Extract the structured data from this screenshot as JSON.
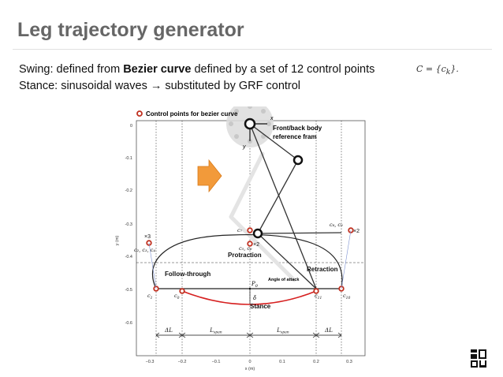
{
  "slide": {
    "title": "Leg trajectory generator",
    "line1_pre": "Swing: defined from ",
    "line1_bold": "Bezier curve",
    "line1_post": " defined by a set of 12 control points",
    "math": "C = {c",
    "math_sub": "k",
    "math_end": "}.",
    "line2": "Stance: sinusoidal waves → substituted by GRF control"
  },
  "figure": {
    "legend": "Control points for bezier curve",
    "hip_x_label": "x",
    "hip_y_label": "y",
    "annotation_frame_1": "Front/back body",
    "annotation_frame_2": "reference fram",
    "ylabel": "y (m)",
    "xlabel": "x (m)",
    "xticks": [
      "−0.3",
      "−0.2",
      "−0.1",
      "0",
      "0.1",
      "0.2",
      "0.3"
    ],
    "yticks": [
      "0",
      "-0.1",
      "-0.2",
      "-0.3",
      "-0.4",
      "-0.5",
      "-0.6"
    ],
    "labels": {
      "protraction": "Protraction",
      "follow_through": "Follow-through",
      "retraction": "Retraction",
      "angle_of_attack": "Angle of attack",
      "stance": "Stance",
      "delta": "δ",
      "p0": "P",
      "p0_sub": "0",
      "c1": "c",
      "c1_sub": "1",
      "c0": "c",
      "c0_sub": "0",
      "c11": "c",
      "c11_sub": "11",
      "c10": "c",
      "c10_sub": "10",
      "c234": "c₂, c₃, c₄",
      "c56": "c₅, c₆",
      "c7": "c₇",
      "c89": "c₈, c₉",
      "x3": "×3",
      "x2_top": "×2",
      "x2_mid": "×2",
      "dL": "ΔL",
      "lspan": "L",
      "lspan_sub": "span"
    }
  }
}
